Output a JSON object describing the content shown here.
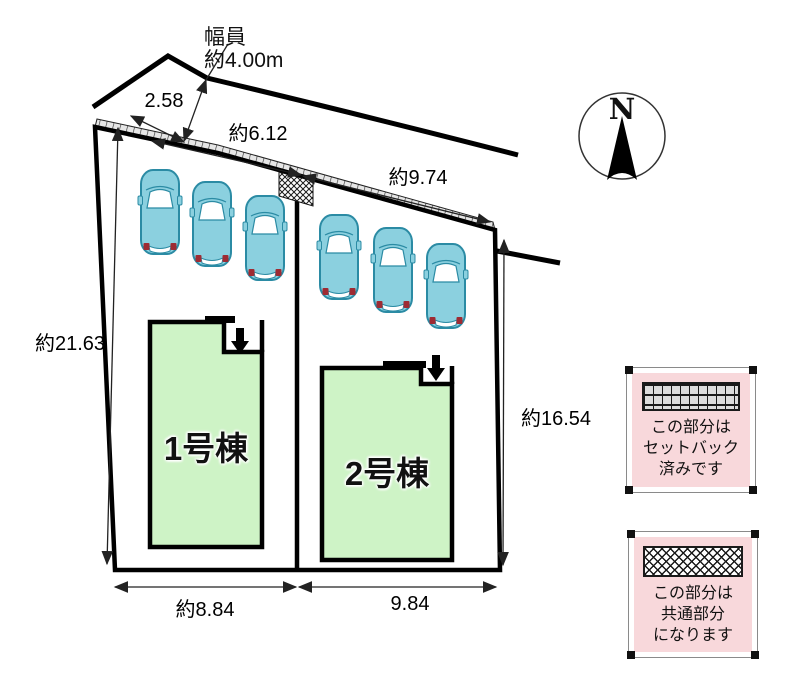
{
  "plan": {
    "road": {
      "width_label_line1": "幅員",
      "width_label_line2": "約4.00m"
    },
    "dimensions": {
      "frontage_left": "2.58",
      "frontage_mid": "約6.12",
      "frontage_right": "約9.74",
      "west_side": "約21.63",
      "east_side": "約16.54",
      "bottom_left": "約8.84",
      "bottom_right": "9.84"
    },
    "buildings": [
      {
        "label": "1号棟"
      },
      {
        "label": "2号棟"
      }
    ],
    "compass": {
      "label": "N"
    },
    "car_count": 6
  },
  "legend": {
    "items": [
      {
        "pattern": "grid-hatch",
        "lines": [
          "この部分は",
          "セットバック",
          "済みです"
        ]
      },
      {
        "pattern": "cross-hatch",
        "lines": [
          "この部分は",
          "共通部分",
          "になります"
        ]
      }
    ]
  },
  "colors": {
    "building_fill": "#cef3c6",
    "car_body": "#8bd0df",
    "car_outline": "#2b8ba4",
    "taillight": "#9e2b33",
    "legend_pink": "#f8d8db",
    "line_black": "#000000",
    "hatch_gray": "#dcdcdc"
  }
}
